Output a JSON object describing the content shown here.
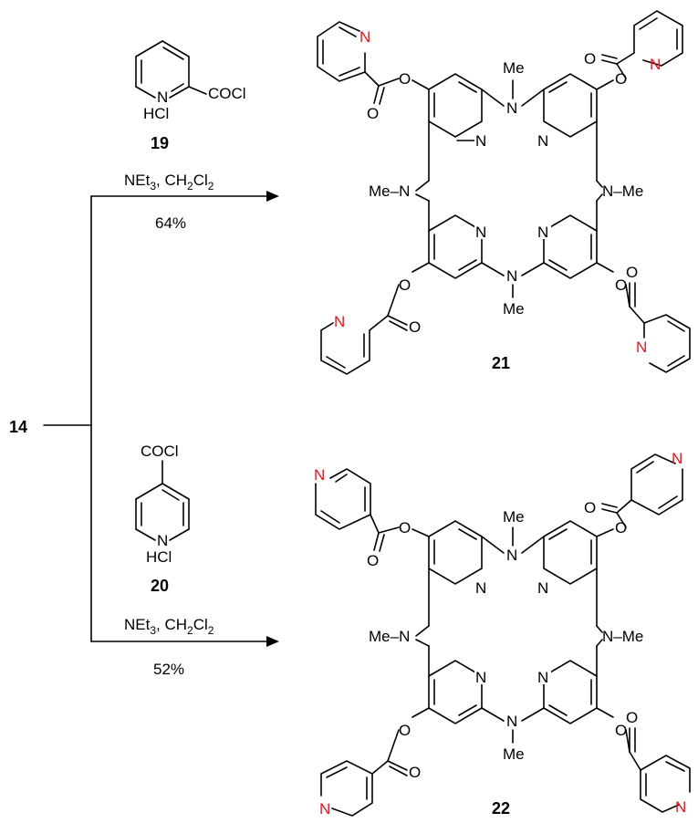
{
  "start_compound": "14",
  "top_reaction": {
    "reagent_group": "COCl",
    "reagent_salt": "HCl",
    "reagent_number": "19",
    "conditions_prefix": "NEt",
    "conditions_sub1": "3",
    "conditions_mid": ", CH",
    "conditions_sub2": "2",
    "conditions_cl": "Cl",
    "conditions_sub3": "2",
    "yield": "64%",
    "product_number": "21"
  },
  "bottom_reaction": {
    "reagent_group": "COCl",
    "reagent_salt": "HCl",
    "reagent_number": "20",
    "conditions_prefix": "NEt",
    "conditions_sub1": "3",
    "conditions_mid": ", CH",
    "conditions_sub2": "2",
    "conditions_cl": "Cl",
    "conditions_sub3": "2",
    "yield": "52%",
    "product_number": "22"
  },
  "atoms": {
    "nitrogen": "N",
    "oxygen": "O",
    "methyl": "Me",
    "n_methyl_left": "Me–N",
    "n_methyl_right": "N–Me"
  },
  "colors": {
    "ink": "#000000",
    "pyridine_nitrogen": "#e8141b",
    "background": "#ffffff"
  }
}
